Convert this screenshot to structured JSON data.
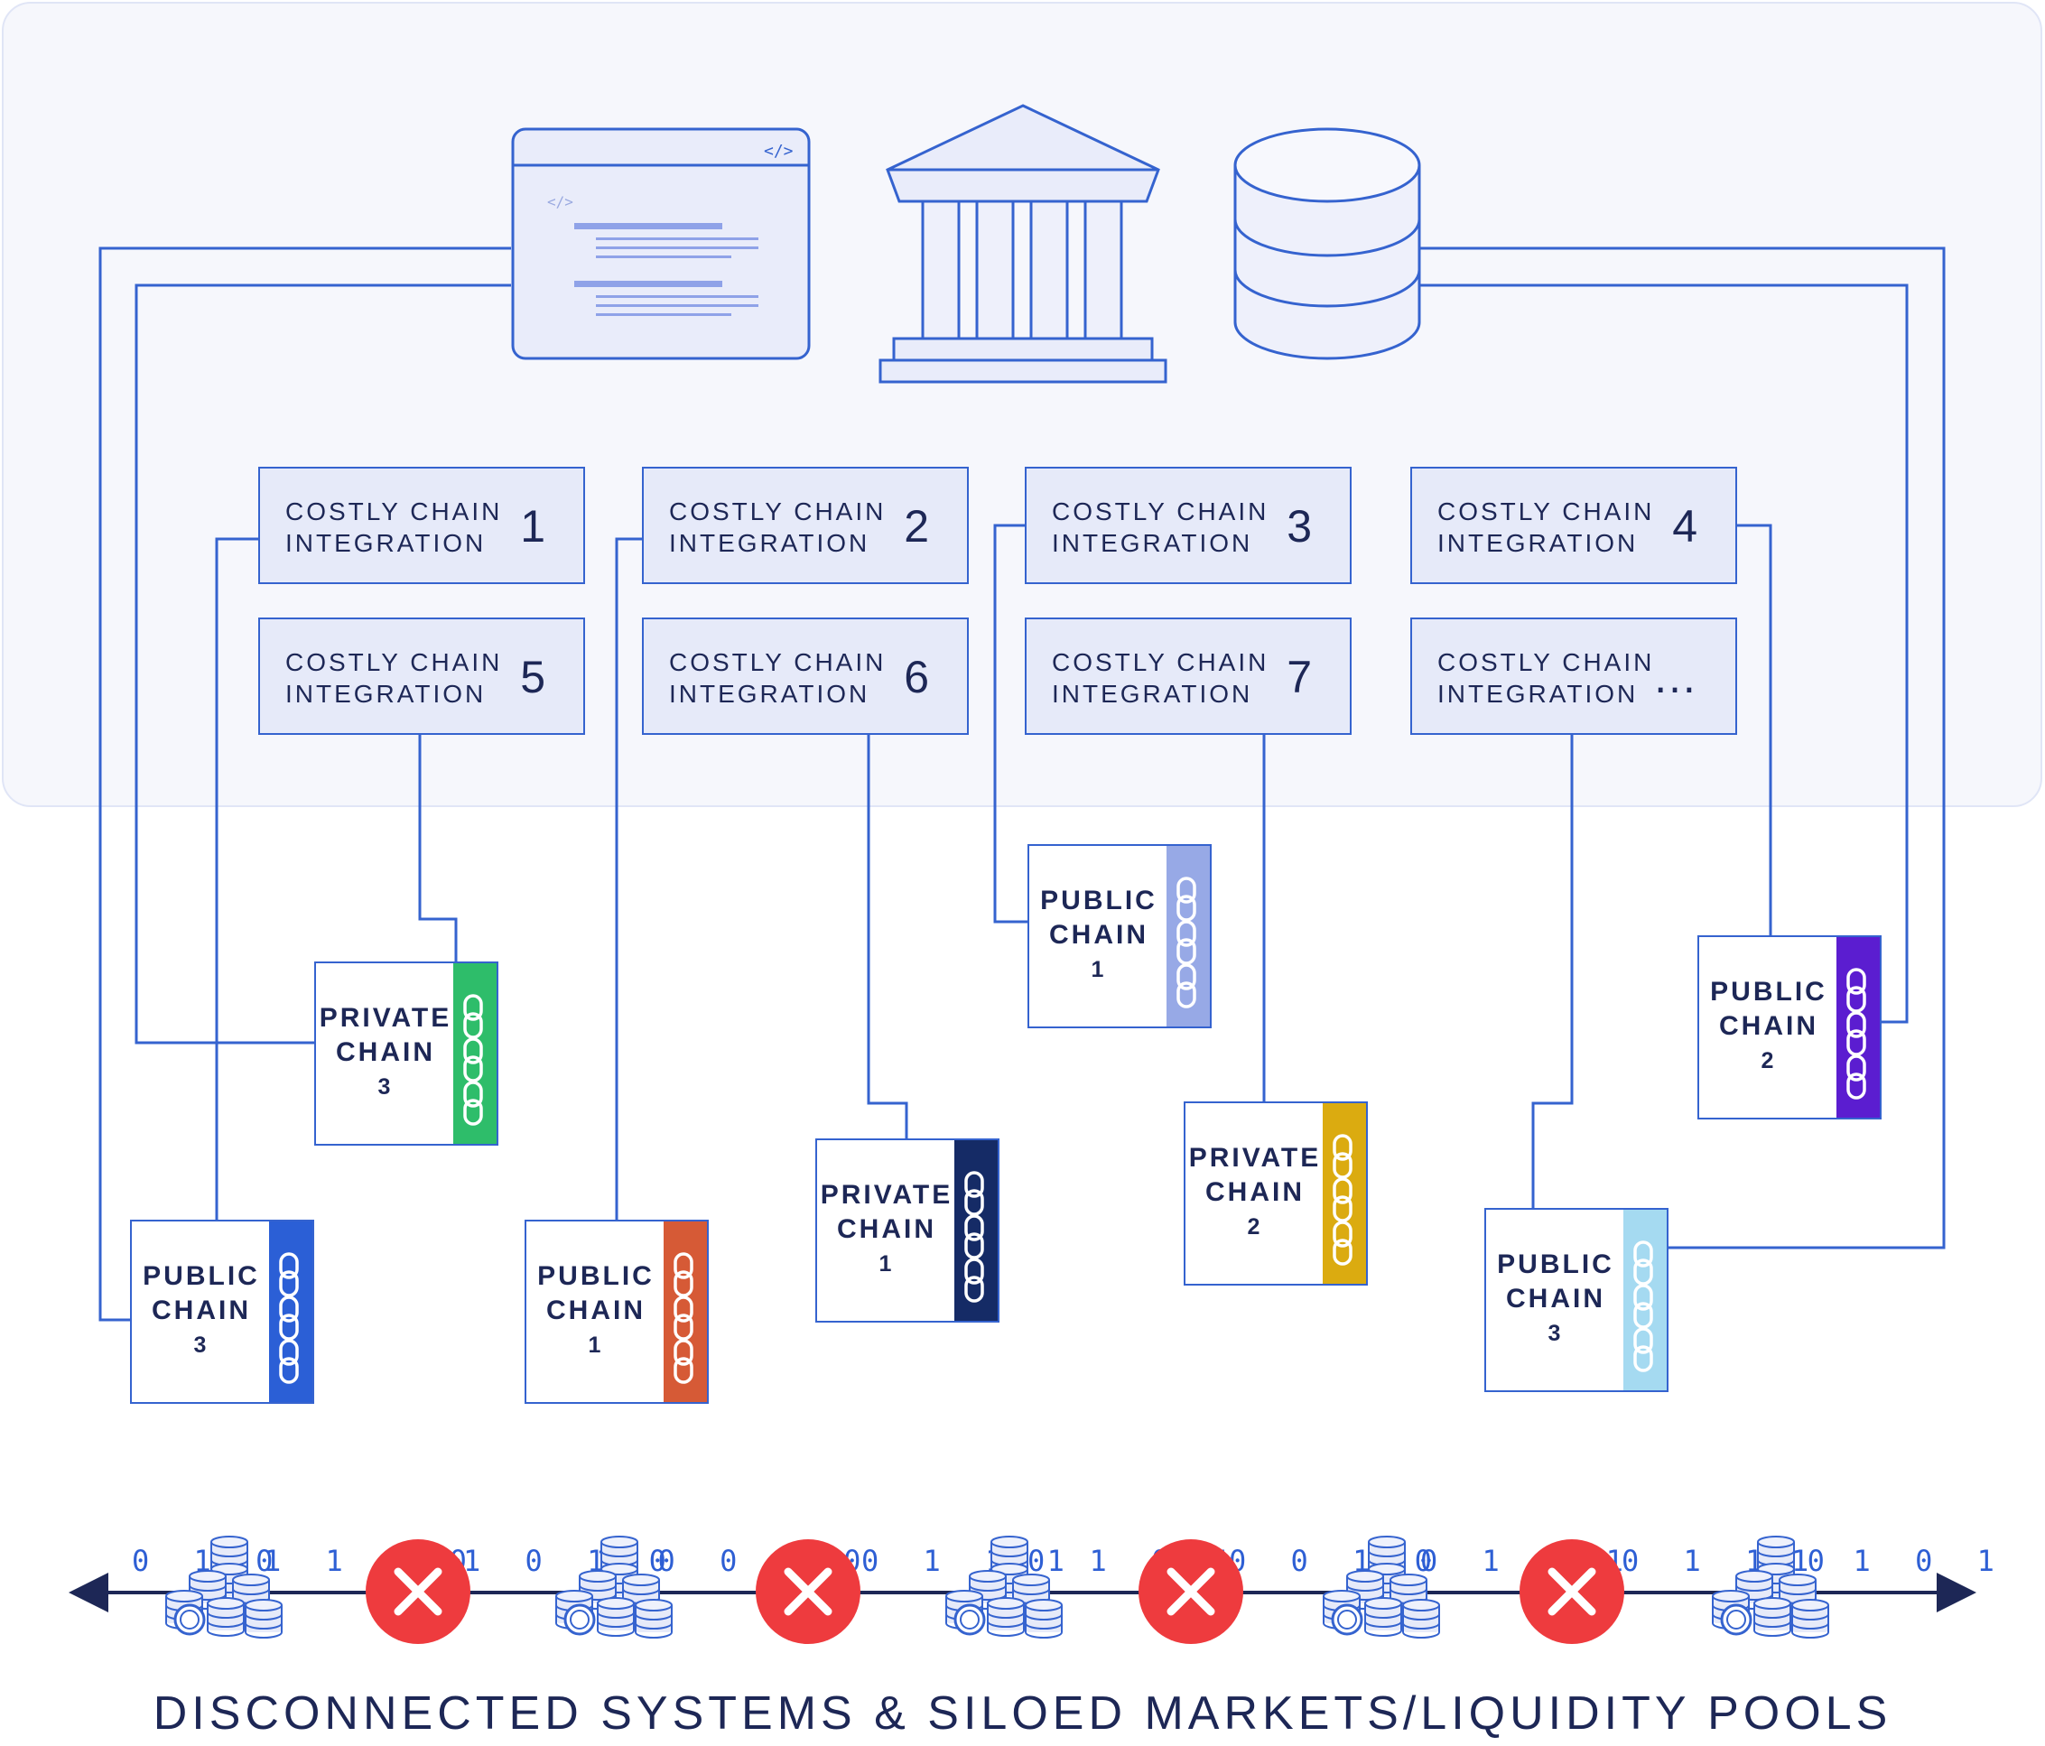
{
  "integrations": [
    {
      "label": "COSTLY CHAIN\nINTEGRATION",
      "num": "1"
    },
    {
      "label": "COSTLY CHAIN\nINTEGRATION",
      "num": "2"
    },
    {
      "label": "COSTLY CHAIN\nINTEGRATION",
      "num": "3"
    },
    {
      "label": "COSTLY CHAIN\nINTEGRATION",
      "num": "4"
    },
    {
      "label": "COSTLY CHAIN\nINTEGRATION",
      "num": "5"
    },
    {
      "label": "COSTLY CHAIN\nINTEGRATION",
      "num": "6"
    },
    {
      "label": "COSTLY CHAIN\nINTEGRATION",
      "num": "7"
    },
    {
      "label": "COSTLY CHAIN\nINTEGRATION",
      "num": "…"
    }
  ],
  "chains": [
    {
      "id": "private-chain-3",
      "label": "PRIVATE\nCHAIN",
      "num": "3",
      "color": "#2ebd6a"
    },
    {
      "id": "public-chain-1-top",
      "label": "PUBLIC\nCHAIN",
      "num": "1",
      "color": "#97a9e6"
    },
    {
      "id": "public-chain-2",
      "label": "PUBLIC\nCHAIN",
      "num": "2",
      "color": "#5b1dd0"
    },
    {
      "id": "private-chain-1",
      "label": "PRIVATE\nCHAIN",
      "num": "1",
      "color": "#152b66"
    },
    {
      "id": "private-chain-2",
      "label": "PRIVATE\nCHAIN",
      "num": "2",
      "color": "#dbab10"
    },
    {
      "id": "public-chain-3-left",
      "label": "PUBLIC\nCHAIN",
      "num": "3",
      "color": "#2b5fd6"
    },
    {
      "id": "public-chain-1-bottom",
      "label": "PUBLIC\nCHAIN",
      "num": "1",
      "color": "#d65a36"
    },
    {
      "id": "public-chain-3-right",
      "label": "PUBLIC\nCHAIN",
      "num": "3",
      "color": "#a5daf1"
    }
  ],
  "binary": [
    "0 1 0",
    "1 1 1 0",
    "1 0 1 0",
    "1 0 0 1 0",
    "0 1 1 1",
    "0 1 0 1",
    "0 0 1 0",
    "0 1 0 1",
    "0 1 1 0",
    "1 1 0 1"
  ],
  "code_tag": "</>",
  "caption": "DISCONNECTED SYSTEMS & SILOED MARKETS/LIQUIDITY POOLS",
  "colors": {
    "line": "#3563cf",
    "navy": "#1d2756",
    "x_red": "#ee3b3e",
    "panel": "#f6f7fc"
  }
}
